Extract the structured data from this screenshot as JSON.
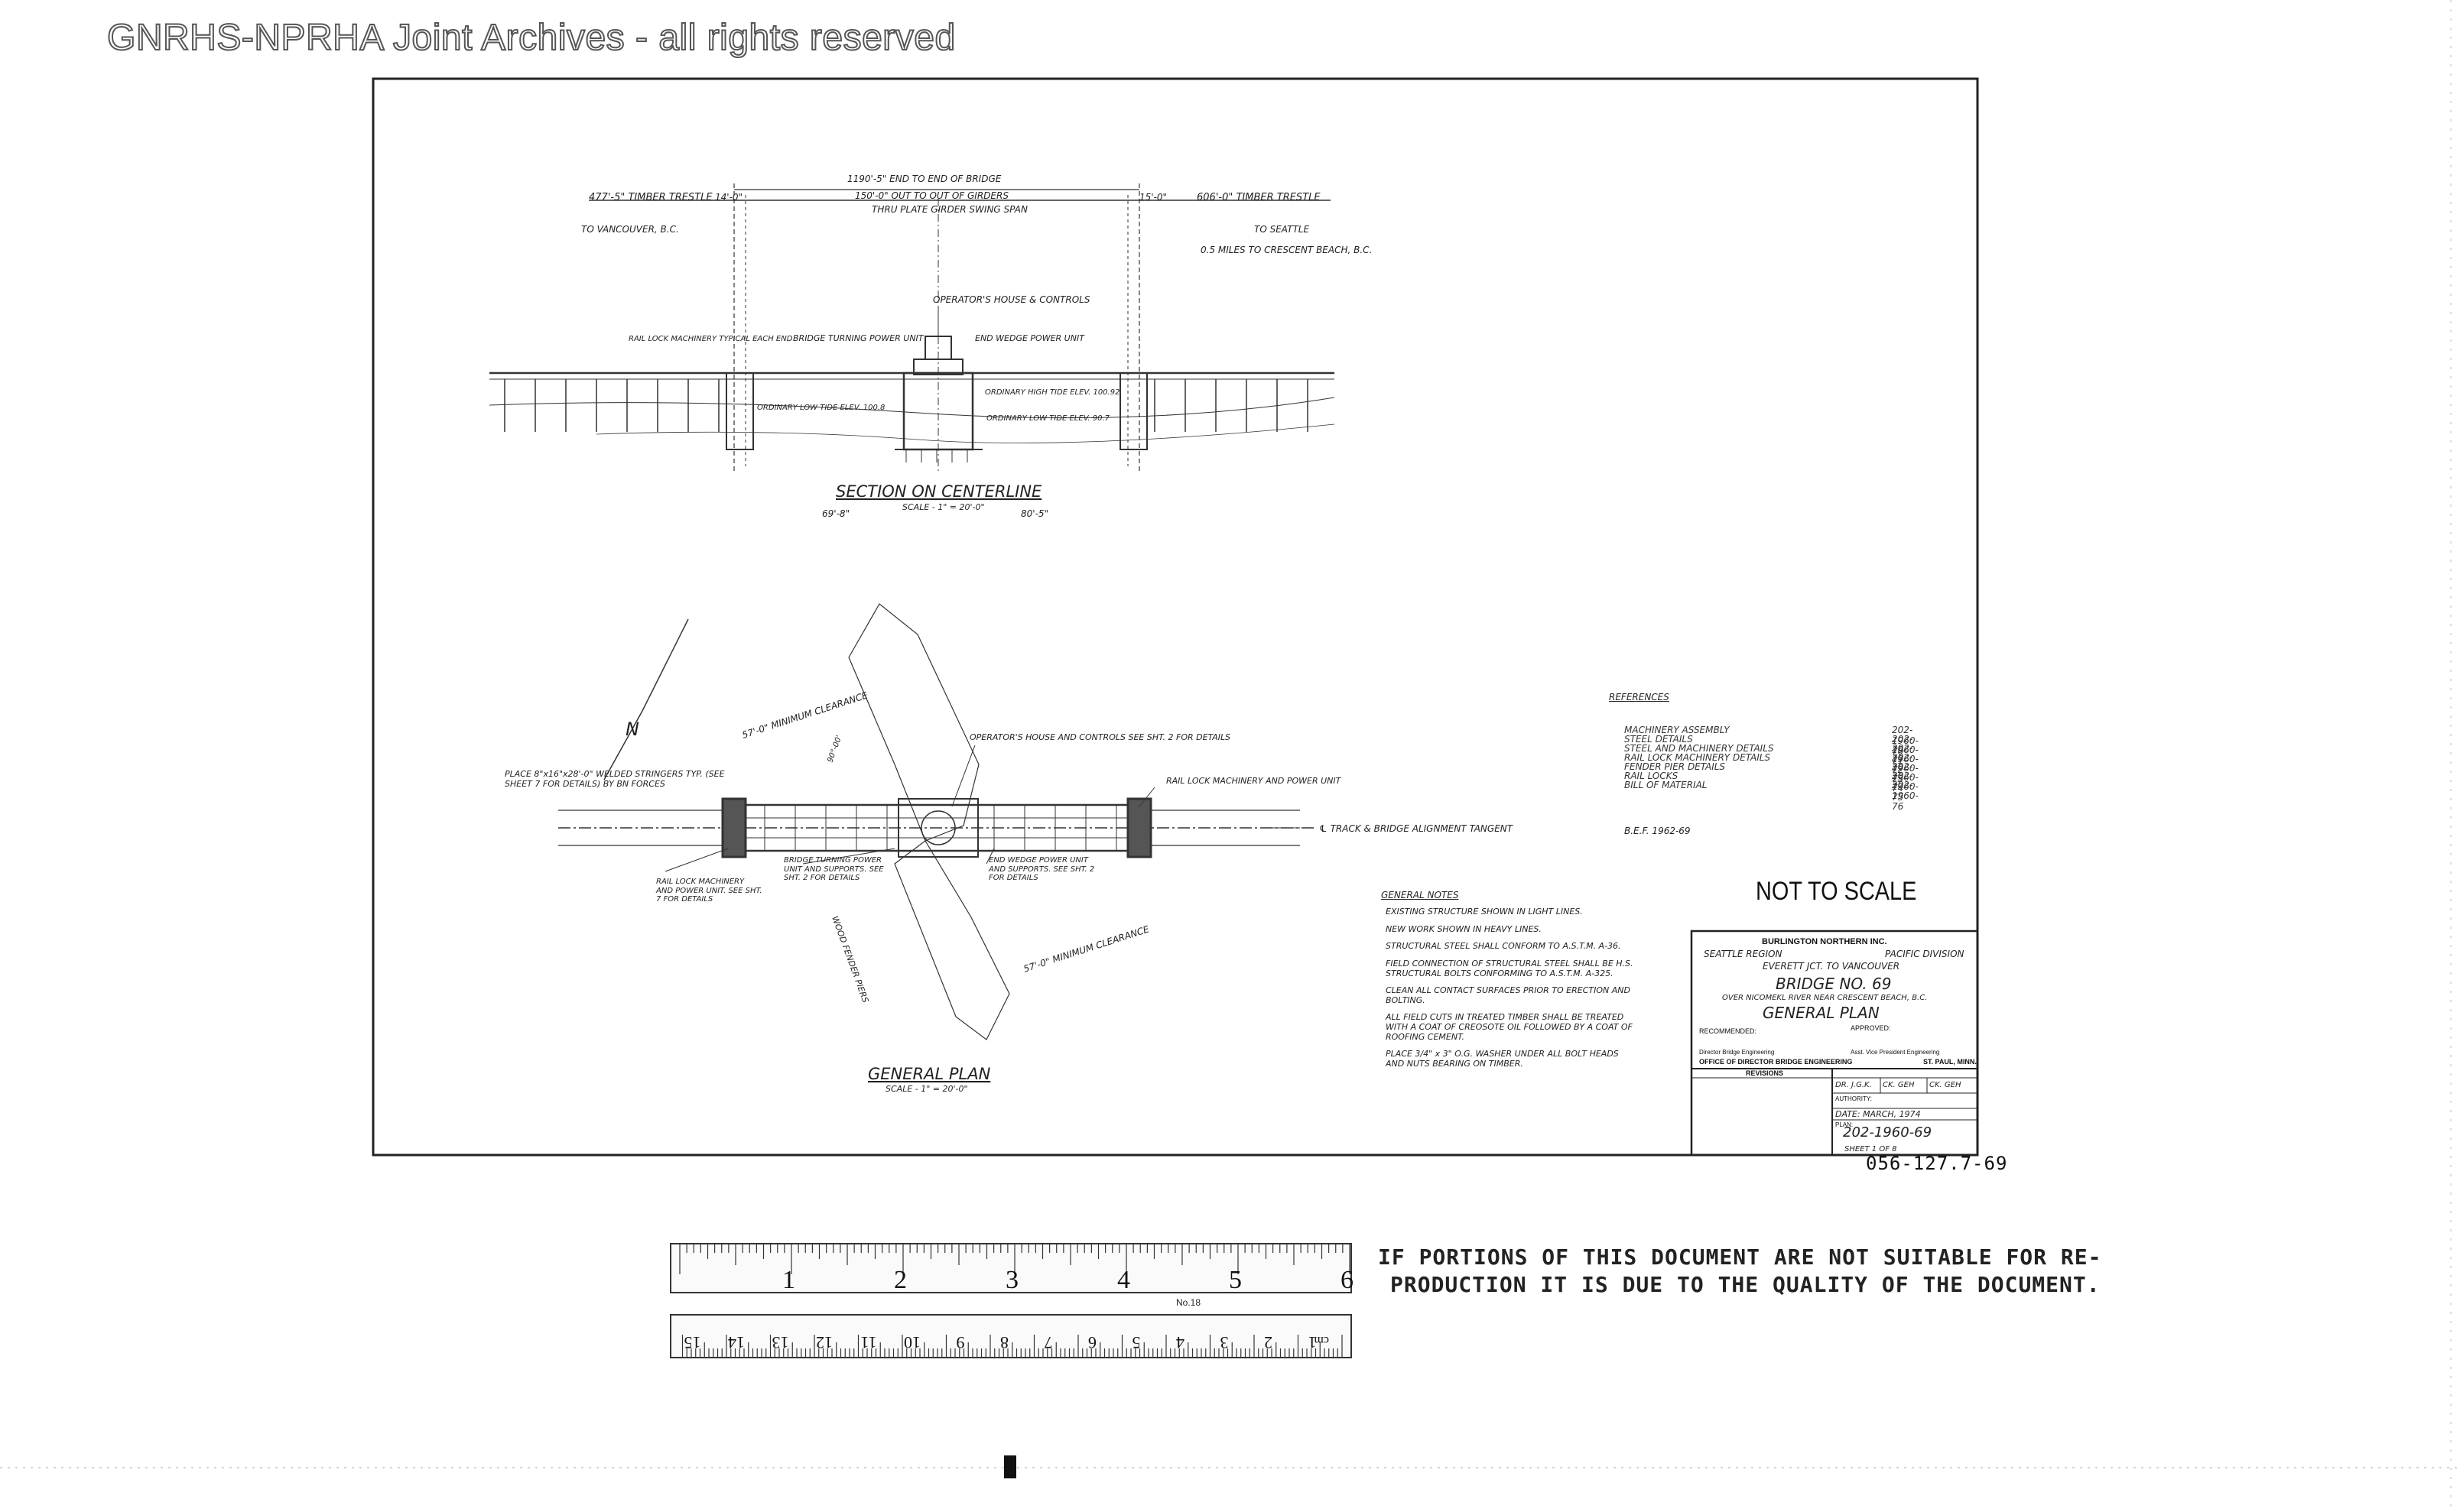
{
  "watermark": "GNRHS-NPRHA Joint Archives - all rights reserved",
  "section": {
    "title": "SECTION ON CENTERLINE",
    "scale": "SCALE - 1\" = 20'-0\"",
    "span_overall": "1190'-5\" END TO END OF BRIDGE",
    "span_girder": "150'-0\" OUT TO OUT OF GIRDERS",
    "span_type": "THRU PLATE GIRDER SWING SPAN",
    "trestle_left": "477'-5\" TIMBER TRESTLE",
    "trestle_right": "606'-0\" TIMBER TRESTLE",
    "to_vancouver": "TO VANCOUVER, B.C.",
    "to_seattle": "TO SEATTLE",
    "miles": "0.5 MILES TO CRESCENT BEACH, B.C.",
    "dim_left": "14'-0\"",
    "dim_right": "15'-0\"",
    "operators_house": "OPERATOR'S HOUSE & CONTROLS",
    "turning_unit": "BRIDGE TURNING POWER UNIT",
    "end_wedge": "END WEDGE POWER UNIT",
    "rail_lock": "RAIL LOCK MACHINERY TYPICAL EACH END",
    "ordinary_high": "ORDINARY HIGH TIDE ELEV. 100.92",
    "ordinary_low_left": "ORDINARY LOW TIDE ELEV. 100.8",
    "ordinary_low_right": "ORDINARY LOW TIDE ELEV. 90.7",
    "half_left": "69'-8\"",
    "half_right": "80'-5\""
  },
  "plan": {
    "title": "GENERAL PLAN",
    "scale": "SCALE - 1\" = 20'-0\"",
    "north": "N",
    "clearance_top": "57'-0\" MINIMUM CLEARANCE",
    "clearance_bottom": "57'-0\" MINIMUM CLEARANCE",
    "op_house": "OPERATOR'S HOUSE AND CONTROLS SEE SHT. 2 FOR DETAILS",
    "rail_lock_right": "RAIL LOCK MACHINERY AND POWER UNIT",
    "track": "℄ TRACK & BRIDGE ALIGNMENT TANGENT",
    "place_note": "PLACE 8\"x16\"x28'-0\" WELDED STRINGERS TYP. (SEE SHEET 7 FOR DETAILS) BY BN FORCES",
    "rail_lock_left": "RAIL LOCK MACHINERY AND POWER UNIT. SEE SHT. 7 FOR DETAILS",
    "turning_note": "BRIDGE TURNING POWER UNIT AND SUPPORTS. SEE SHT. 2 FOR DETAILS",
    "wedge_note": "END WEDGE POWER UNIT AND SUPPORTS. SEE SHT. 2 FOR DETAILS",
    "fender": "WOOD FENDER PIERS",
    "angle": "90°-00'"
  },
  "references": {
    "title": "REFERENCES",
    "items": [
      {
        "name": "MACHINERY ASSEMBLY",
        "ref": "202-1960-70"
      },
      {
        "name": "STEEL DETAILS",
        "ref": "202-1960-71"
      },
      {
        "name": "STEEL AND MACHINERY DETAILS",
        "ref": "202-1960-72"
      },
      {
        "name": "RAIL LOCK MACHINERY DETAILS",
        "ref": "202-1960-73"
      },
      {
        "name": "FENDER PIER DETAILS",
        "ref": "202-1960-74"
      },
      {
        "name": "RAIL LOCKS",
        "ref": "202-1960-75"
      },
      {
        "name": "BILL OF MATERIAL",
        "ref": "202-1960-76"
      }
    ],
    "ref_file": "B.E.F. 1962-69"
  },
  "not_to_scale": "NOT TO SCALE",
  "general_notes": {
    "title": "GENERAL NOTES",
    "items": [
      "EXISTING STRUCTURE SHOWN IN LIGHT LINES.",
      "NEW WORK SHOWN IN HEAVY LINES.",
      "STRUCTURAL STEEL SHALL CONFORM TO A.S.T.M. A-36.",
      "FIELD CONNECTION OF STRUCTURAL STEEL SHALL BE H.S. STRUCTURAL BOLTS CONFORMING TO A.S.T.M. A-325.",
      "CLEAN ALL CONTACT SURFACES PRIOR TO ERECTION AND BOLTING.",
      "ALL FIELD CUTS IN TREATED TIMBER SHALL BE TREATED WITH A COAT OF CREOSOTE OIL FOLLOWED BY A COAT OF ROOFING CEMENT.",
      "PLACE 3/4\" x 3\" O.G. WASHER UNDER ALL BOLT HEADS AND NUTS BEARING ON TIMBER."
    ]
  },
  "title_block": {
    "company": "BURLINGTON NORTHERN INC.",
    "region": "SEATTLE REGION",
    "division": "PACIFIC DIVISION",
    "line": "EVERETT JCT. TO VANCOUVER",
    "bridge": "BRIDGE NO. 69",
    "location": "OVER NICOMEKL RIVER NEAR CRESCENT BEACH, B.C.",
    "sheet_title": "GENERAL PLAN",
    "recommended": "RECOMMENDED:",
    "approved": "APPROVED:",
    "rec_title": "Director Bridge Engineering",
    "app_title": "Asst. Vice President Engineering",
    "office": "OFFICE OF DIRECTOR BRIDGE ENGINEERING",
    "city": "ST. PAUL, MINN.",
    "revisions": "REVISIONS",
    "drawn": "DR. J.G.K.",
    "checked": "CK. GEH",
    "checked2": "CK. GEH",
    "authority": "AUTHORITY:",
    "date": "DATE: MARCH, 1974",
    "plan_label": "PLAN:",
    "plan_no": "202-1960-69",
    "sheet": "SHEET 1 OF 8"
  },
  "doc_number": "056-127.7-69",
  "ruler": {
    "inches": [
      "1",
      "2",
      "3",
      "4",
      "5",
      "6"
    ],
    "cm": [
      "1",
      "2",
      "3",
      "4",
      "5",
      "6",
      "7",
      "8",
      "9",
      "10",
      "11",
      "12",
      "13",
      "14",
      "15"
    ],
    "model": "No.18",
    "cm_unit": "cm"
  },
  "notice": {
    "line1": "IF PORTIONS OF THIS DOCUMENT ARE NOT SUITABLE FOR RE-",
    "line2": "PRODUCTION IT IS DUE TO THE QUALITY OF THE DOCUMENT."
  }
}
